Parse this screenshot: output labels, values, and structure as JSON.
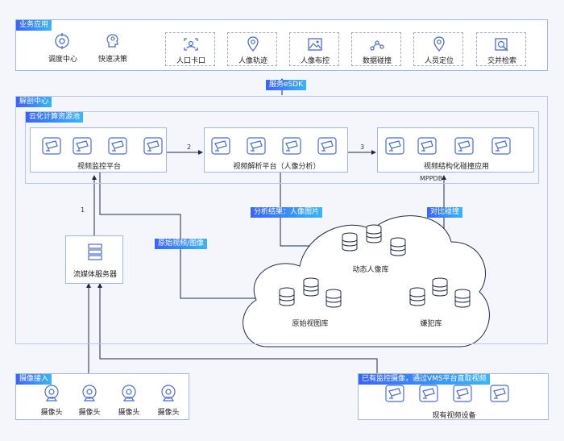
{
  "business": {
    "tag": "业务应用",
    "left_items": [
      {
        "label": "调度中心",
        "icon": "dispatch-center-icon"
      },
      {
        "label": "快速决策",
        "icon": "quick-decision-icon"
      }
    ],
    "apps": [
      {
        "label": "人口卡口",
        "icon": "checkpoint-icon"
      },
      {
        "label": "人像轨迹",
        "icon": "location-pin-icon"
      },
      {
        "label": "人像布控",
        "icon": "image-icon"
      },
      {
        "label": "数据碰撞",
        "icon": "data-collision-icon"
      },
      {
        "label": "人员定位",
        "icon": "location-pin-icon"
      },
      {
        "label": "交并检索",
        "icon": "search-icon"
      }
    ]
  },
  "sdk_tag": "服务eSDK",
  "analysis": {
    "tag": "解剖中心",
    "cloud_pool_tag": "云化计算资源池",
    "platforms": [
      {
        "label": "视频监控平台"
      },
      {
        "label": "视频解析平台（人像分析）"
      },
      {
        "label": "视频结构化碰撞应用"
      }
    ],
    "step2": "2",
    "step3": "3",
    "step1": "1",
    "mppdb": "MPPDB",
    "analysis_result_tag": "分析结果：人像图片",
    "compare_tag": "对比碰撞",
    "raw_video_tag": "原始视频/图像",
    "streaming_server": "流媒体服务器",
    "databases": [
      {
        "label": "动态人像库"
      },
      {
        "label": "原始视图库"
      },
      {
        "label": "嫌犯库"
      }
    ]
  },
  "camera": {
    "tag": "摄像接入",
    "cameras": [
      "摄像头",
      "摄像头",
      "摄像头",
      "摄像头"
    ]
  },
  "existing": {
    "tag": "已有监控摄像，通过VMS平台直取视频",
    "label": "现有视频设备"
  },
  "colors": {
    "accent": "#3a63ff",
    "line": "#1e2a44",
    "icon": "#4a6ad8"
  }
}
